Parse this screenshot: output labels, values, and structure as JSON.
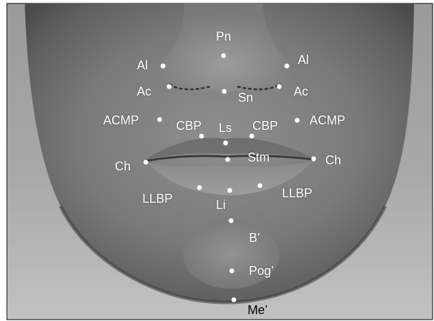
{
  "colors": {
    "label": "#ffffff",
    "landmark_dot": "#ffffff",
    "bottom_label": "#000000"
  },
  "landmarks": [
    {
      "id": "pn",
      "label": "Pn"
    },
    {
      "id": "al-left",
      "label": "Al"
    },
    {
      "id": "al-right",
      "label": "Al"
    },
    {
      "id": "ac-left",
      "label": "Ac"
    },
    {
      "id": "ac-right",
      "label": "Ac"
    },
    {
      "id": "sn",
      "label": "Sn"
    },
    {
      "id": "acmp-left",
      "label": "ACMP"
    },
    {
      "id": "acmp-right",
      "label": "ACMP"
    },
    {
      "id": "cbp-left",
      "label": "CBP"
    },
    {
      "id": "cbp-right",
      "label": "CBP"
    },
    {
      "id": "ls",
      "label": "Ls"
    },
    {
      "id": "stm",
      "label": "Stm"
    },
    {
      "id": "ch-left",
      "label": "Ch"
    },
    {
      "id": "ch-right",
      "label": "Ch"
    },
    {
      "id": "llbp-left",
      "label": "LLBP"
    },
    {
      "id": "llbp-right",
      "label": "LLBP"
    },
    {
      "id": "li",
      "label": "Li"
    },
    {
      "id": "b-prime",
      "label": "B’"
    },
    {
      "id": "pog-prime",
      "label": "Pog’"
    },
    {
      "id": "me-prime",
      "label": "Me’"
    }
  ]
}
